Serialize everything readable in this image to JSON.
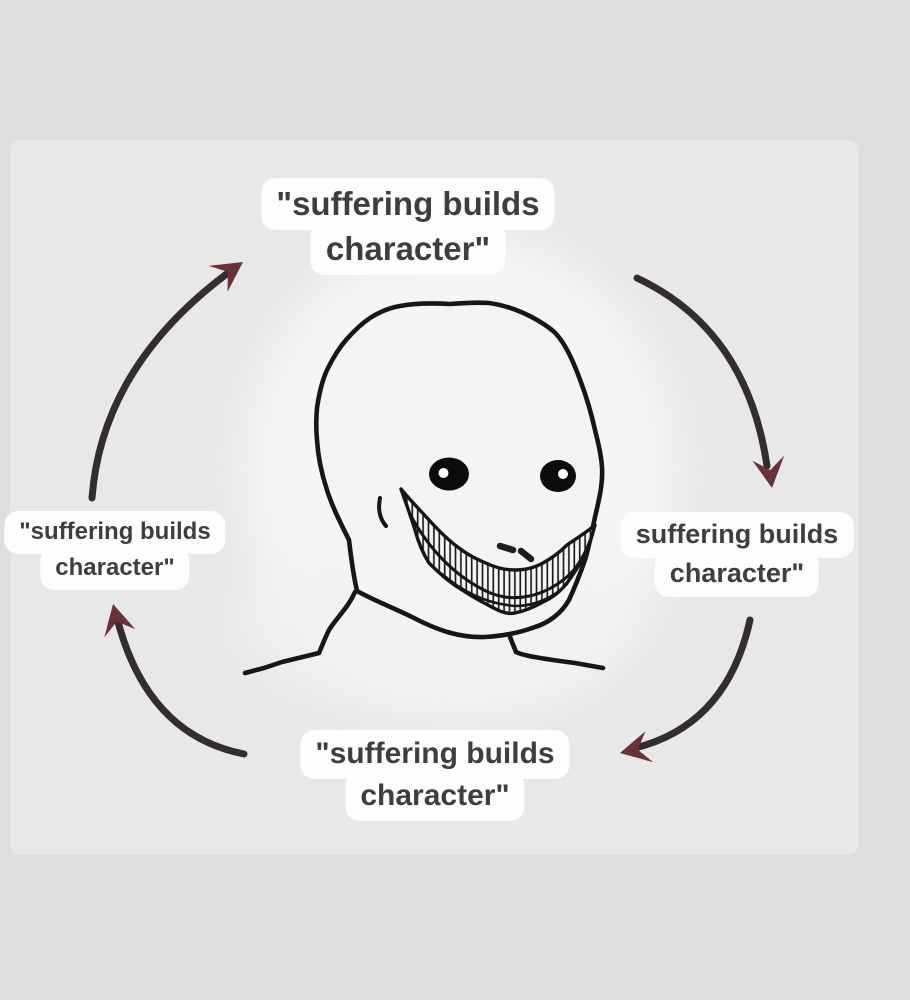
{
  "meme": {
    "description": "cycle-diagram meme: four captions connected by clockwise curved arrows around a creepy smiling wojak face",
    "captions": {
      "top": {
        "line1": "\"suffering builds",
        "line2": "character\""
      },
      "right": {
        "line1": "suffering builds",
        "line2": "character\""
      },
      "bottom": {
        "line1": "\"suffering builds",
        "line2": "character\""
      },
      "left": {
        "line1": "\"suffering builds",
        "line2": "character\""
      }
    },
    "figure": "smiling-wojak",
    "colors": {
      "page_bg": "#dedede",
      "card_bg": "#e9e8e8",
      "pill_bg": "#fdfdfd",
      "caption_text": "#3e3e41",
      "arrow_stroke": "#332d2d",
      "arrowhead_fill": "#693236",
      "drawing_line": "#161616",
      "face_fill": "#f5f4f4"
    }
  }
}
